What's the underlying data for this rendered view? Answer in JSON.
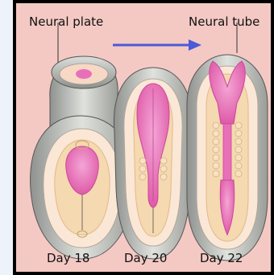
{
  "figure": {
    "labels": {
      "left_structure": "Neural plate",
      "right_structure": "Neural tube"
    },
    "days": [
      "Day 18",
      "Day 20",
      "Day 22"
    ],
    "colors": {
      "background": "#f4c9c4",
      "border": "#000000",
      "arrow": "#4a5ad8",
      "neural_tissue": "#e870b8",
      "embryo_disc": "#f5d9b0",
      "amnion": "#c9ccc8"
    }
  }
}
